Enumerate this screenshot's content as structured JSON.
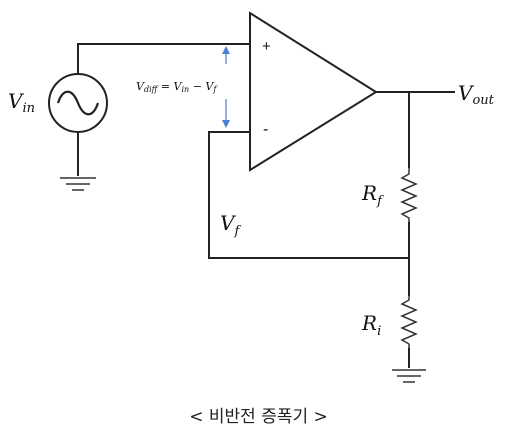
{
  "labels": {
    "vin": "V",
    "vin_sub": "in",
    "vout": "V",
    "vout_sub": "out",
    "vf": "V",
    "vf_sub": "f",
    "rf": "R",
    "rf_sub": "f",
    "ri": "R",
    "ri_sub": "i",
    "plus": "+",
    "minus": "-",
    "vdiff_formula": "V_diff = V_in − V_f"
  },
  "vdiff": {
    "v": "V",
    "diff_sub": "diff",
    "eq": " = ",
    "vin": "V",
    "vin_sub": "in",
    "minus": " − ",
    "vf": "V",
    "vf_sub": "f"
  },
  "caption": "< 비반전 증폭기 >",
  "colors": {
    "wire": "#222222",
    "arrow": "#4a7fd4"
  },
  "icons": {
    "ac_source": "ac-source-icon",
    "ground": "ground-icon",
    "resistor": "resistor-icon",
    "opamp": "opamp-triangle-icon"
  }
}
